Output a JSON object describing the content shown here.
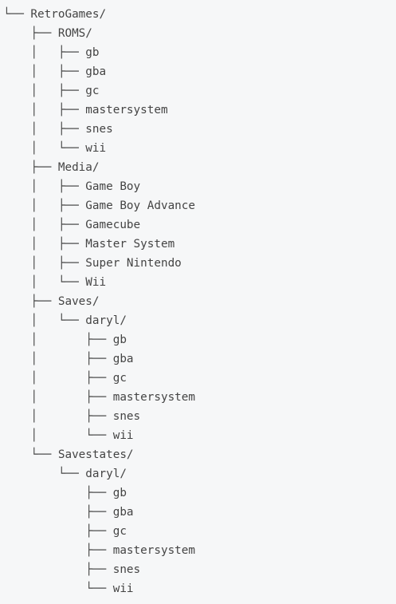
{
  "tree": {
    "lines": [
      "└── RetroGames/",
      "    ├── ROMS/",
      "    │   ├── gb",
      "    │   ├── gba",
      "    │   ├── gc",
      "    │   ├── mastersystem",
      "    │   ├── snes",
      "    │   └── wii",
      "    ├── Media/",
      "    │   ├── Game Boy",
      "    │   ├── Game Boy Advance",
      "    │   ├── Gamecube",
      "    │   ├── Master System",
      "    │   ├── Super Nintendo",
      "    │   └── Wii",
      "    ├── Saves/",
      "    │   └── daryl/",
      "    │       ├── gb",
      "    │       ├── gba",
      "    │       ├── gc",
      "    │       ├── mastersystem",
      "    │       ├── snes",
      "    │       └── wii",
      "    └── Savestates/",
      "        └── daryl/",
      "            ├── gb",
      "            ├── gba",
      "            ├── gc",
      "            ├── mastersystem",
      "            ├── snes",
      "            └── wii"
    ]
  }
}
